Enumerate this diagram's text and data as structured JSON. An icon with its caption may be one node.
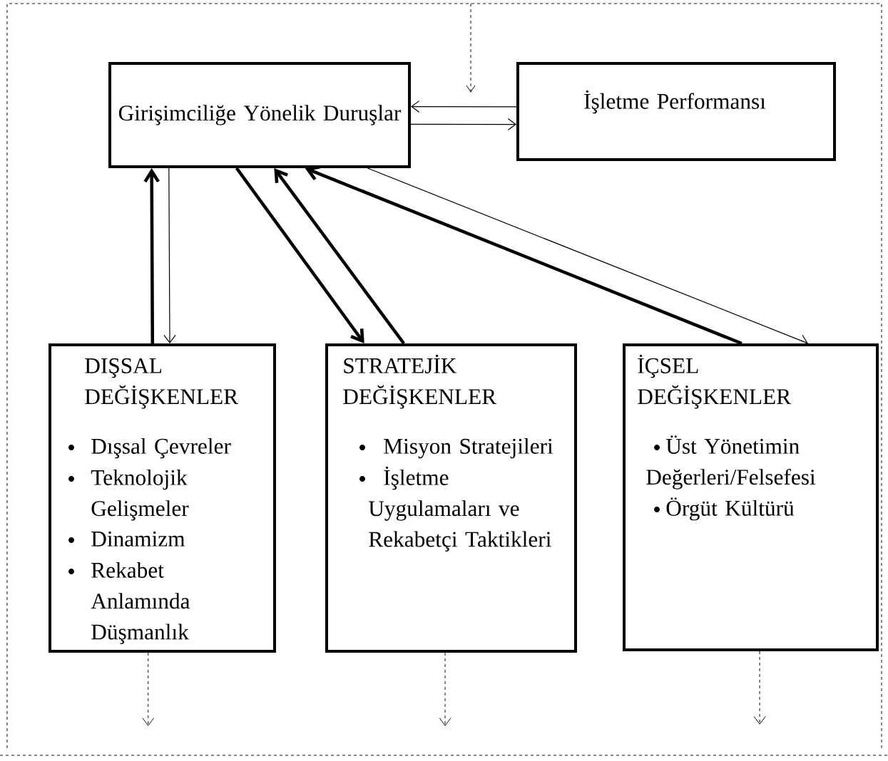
{
  "diagram": {
    "nodes": [
      {
        "text": [
          "Girişimciliğe Yönelik Duruşlar"
        ]
      },
      {
        "text": [
          "İşletme Performansı"
        ]
      },
      {
        "text": [
          "DIŞSAL DEĞİŞKENLER",
          "Dışsal Çevreler",
          "Teknolojik Gelişmeler",
          "Dinamizm",
          "Rekabet Anlamında Düşmanlık"
        ]
      },
      {
        "text": [
          "STRATEJİK DEĞİŞKENLER",
          "Misyon Stratejileri",
          "İşletme Uygulamaları ve Rekabetçi Taktikleri"
        ]
      },
      {
        "text": [
          "İÇSEL DEĞİŞKENLER",
          "Üst Yönetimin Değerleri/Felsefesi",
          "Örgüt Kültürü"
        ]
      }
    ],
    "edges": [
      {
        "from": 1,
        "to": 0,
        "arrow": "to"
      },
      {
        "from": 0,
        "to": 1,
        "arrow": "to"
      },
      {
        "from": 2,
        "to": 0,
        "arrow": "to",
        "style": "thick"
      },
      {
        "from": 0,
        "to": 2,
        "arrow": "to"
      },
      {
        "from": 0,
        "to": 3,
        "arrow": "to",
        "style": "thick"
      },
      {
        "from": 3,
        "to": 0,
        "arrow": "to",
        "style": "thick"
      },
      {
        "from": 4,
        "to": 0,
        "arrow": "to",
        "style": "thick"
      },
      {
        "from": 0,
        "to": 4,
        "arrow": "to"
      },
      {
        "from": 2,
        "to": null,
        "arrow": "to",
        "style": "dashed"
      },
      {
        "from": 3,
        "to": null,
        "arrow": "to",
        "style": "dashed"
      },
      {
        "from": 4,
        "to": null,
        "arrow": "to",
        "style": "dashed"
      }
    ]
  }
}
